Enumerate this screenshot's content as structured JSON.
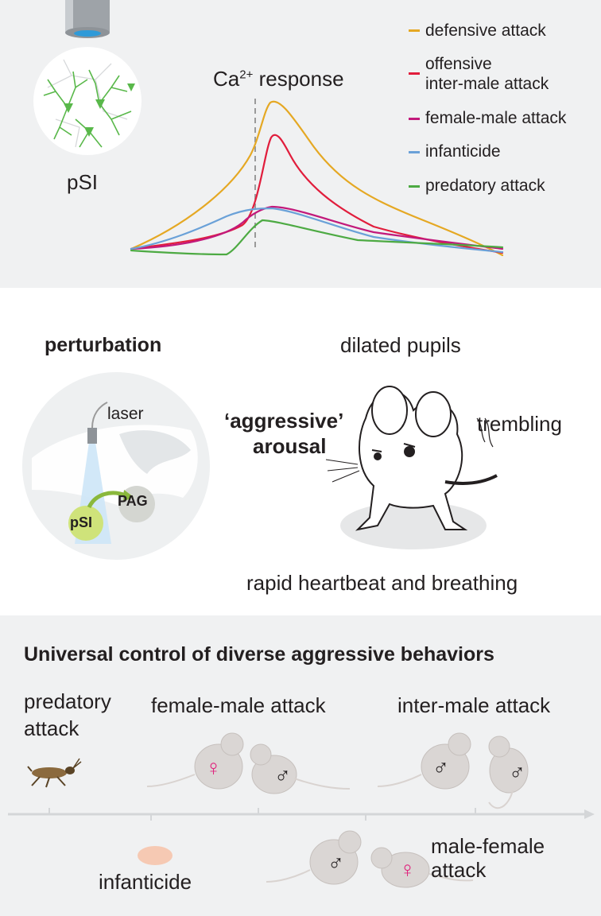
{
  "top": {
    "region_label": "pSI",
    "response_title_base": "Ca",
    "response_title_sup": "2+",
    "response_title_rest": " response",
    "legend": [
      {
        "label": "defensive attack",
        "color": "#e5a823"
      },
      {
        "label": "offensive",
        "label2": "inter-male attack",
        "color": "#e11d3c"
      },
      {
        "label": "female-male attack",
        "color": "#c2197b"
      },
      {
        "label": "infanticide",
        "color": "#6aa1d8"
      },
      {
        "label": "predatory attack",
        "color": "#4daa43"
      }
    ]
  },
  "middle": {
    "perturbation": "perturbation",
    "laser": "laser",
    "psi": "pSI",
    "pag": "PAG",
    "arousal_line1": "‘aggressive’",
    "arousal_line2": "arousal",
    "dilated": "dilated pupils",
    "trembling": "trembling",
    "heartbeat": "rapid heartbeat and breathing"
  },
  "bottom": {
    "title": "Universal control of diverse aggressive behaviors",
    "predatory_line1": "predatory",
    "predatory_line2": "attack",
    "female_male": "female-male attack",
    "inter_male": "inter-male attack",
    "infanticide": "infanticide",
    "male_female_line1": "male-female",
    "male_female_line2": "attack",
    "female_symbol": "♀",
    "male_symbol": "♂"
  }
}
